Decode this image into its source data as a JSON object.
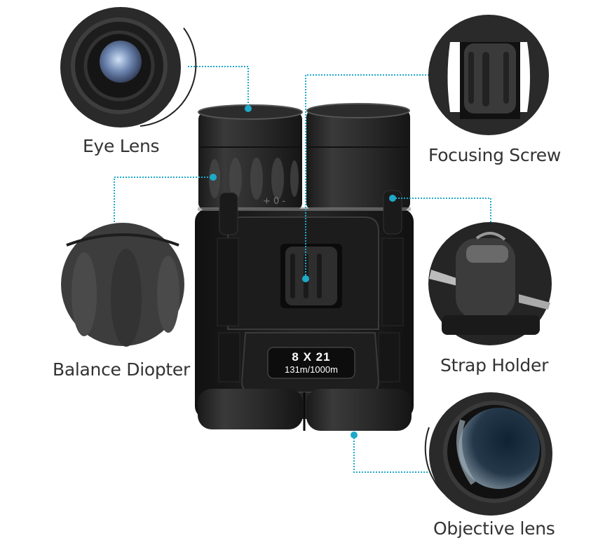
{
  "diagram": {
    "subject": "Compact binoculars",
    "accent_color": "#1fa9c9",
    "labels": {
      "eye_lens": "Eye Lens",
      "focusing_screw": "Focusing Screw",
      "balance_diopter": "Balance Diopter",
      "strap_holder": "Strap Holder",
      "objective_lens": "Objective lens"
    },
    "nameplate": {
      "magnification": "8 X 21",
      "field_of_view": "131m/1000m"
    },
    "diopter_marks": "+ 0 -"
  }
}
